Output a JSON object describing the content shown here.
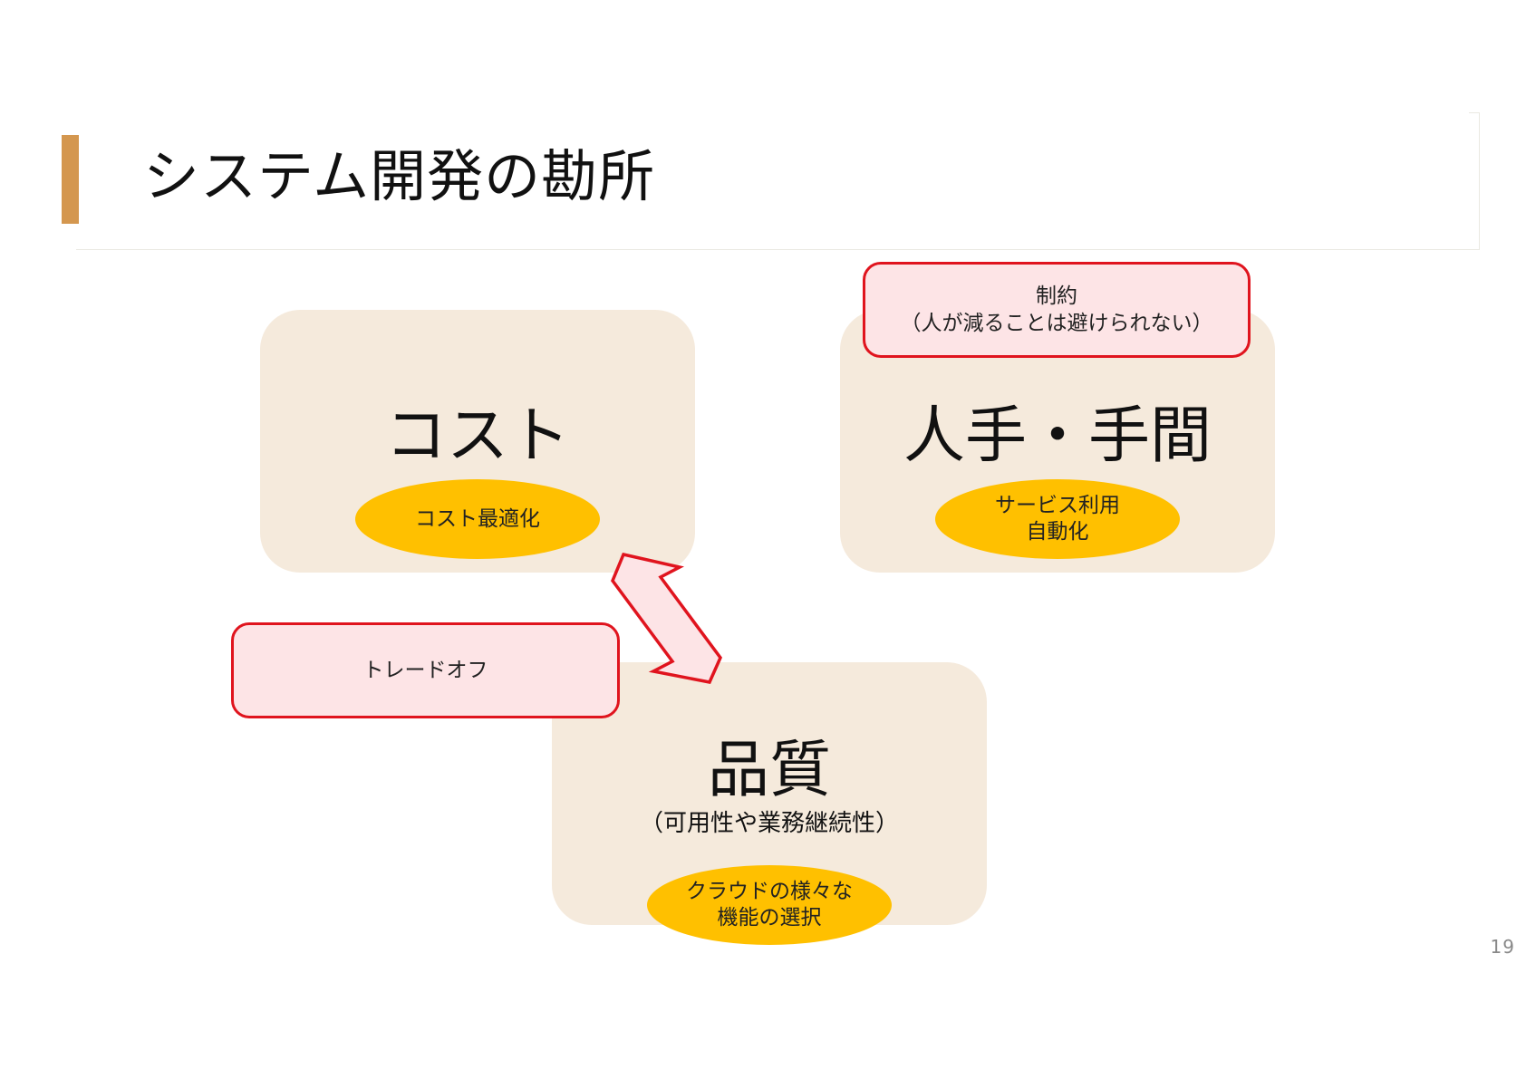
{
  "slide": {
    "title": "システム開発の勘所",
    "page_number": "19"
  },
  "boxes": {
    "cost": {
      "label": "コスト",
      "ellipse_text": "コスト最適化"
    },
    "people": {
      "label": "人手・手間",
      "ellipse_lines": [
        "サービス利用",
        "自動化"
      ]
    },
    "quality": {
      "label": "品質",
      "sub_label": "（可用性や業務継続性）",
      "ellipse_lines": [
        "クラウドの様々な",
        "機能の選択"
      ]
    }
  },
  "callouts": {
    "constraint_lines": [
      "制約",
      "（人が減ることは避けられない）"
    ],
    "tradeoff": "トレードオフ"
  },
  "colors": {
    "accent_bar": "#d4974f",
    "box_fill": "#f5eadc",
    "ellipse_fill": "#ffc000",
    "callout_fill": "#fde4e6",
    "callout_border": "#e0141e"
  }
}
